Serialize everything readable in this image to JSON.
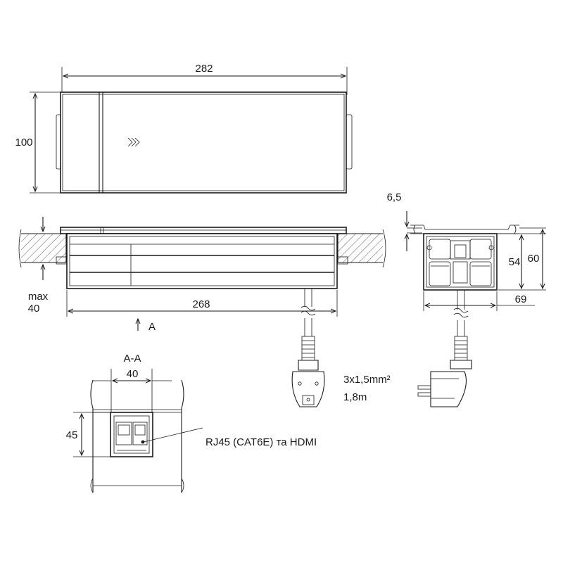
{
  "dimensions": {
    "top_width": "282",
    "top_height": "100",
    "lid_thickness": "6,5",
    "side_height_inner": "54",
    "side_height_outer": "60",
    "side_depth": "69",
    "max_label_line1": "max",
    "max_label_line2": "40",
    "bottom_width": "268",
    "section_width": "40",
    "section_height": "45"
  },
  "labels": {
    "view_arrow": "A",
    "section": "A-A",
    "cable_spec_line1": "3x1,5mm²",
    "cable_spec_line2": "1,8m",
    "connectors": "RJ45 (CAT6E) та HDMI"
  },
  "icons": {
    "push_marker": "double-chevron-right-icon"
  }
}
